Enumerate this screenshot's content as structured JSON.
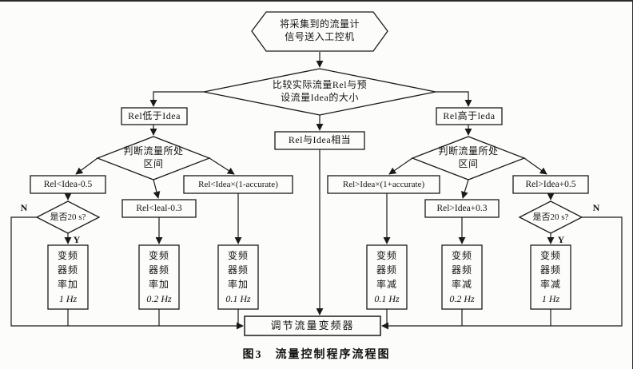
{
  "page": {
    "caption": "图3　流量控制程序流程图"
  },
  "colors": {
    "ink": "#1a1a1a",
    "background": "#fcfcfa"
  },
  "nodes": {
    "start": {
      "lines": [
        "将采集到的流量计",
        "信号送入工控机"
      ]
    },
    "compare": {
      "lines": [
        "比较实际流量Rel与预",
        "设流量Idea的大小"
      ]
    },
    "below": {
      "label": "Rel低于Idea"
    },
    "equal": {
      "label": "Rel与Idea相当"
    },
    "above": {
      "label": "Rel高于leda"
    },
    "judge_left": {
      "lines": [
        "判断流量所处",
        "区间"
      ]
    },
    "judge_right": {
      "lines": [
        "判断流量所处",
        "区间"
      ]
    },
    "cond_l1": {
      "label": "Rel<Idea-0.5"
    },
    "cond_l2": {
      "label": "Rel<leal-0.3"
    },
    "cond_l3": {
      "label": "Rel<Idea×(1-accurate)"
    },
    "cond_r1": {
      "label": "Rel>Idea×(1+accurate)"
    },
    "cond_r2": {
      "label": "Rel>Idea+0.3"
    },
    "cond_r3": {
      "label": "Rel>Idea+0.5"
    },
    "timer_left": {
      "label": "是否20 s?"
    },
    "timer_right": {
      "label": "是否20 s?"
    },
    "act1": {
      "lines": [
        "变频",
        "器频",
        "率加",
        "1 Hz"
      ]
    },
    "act2": {
      "lines": [
        "变频",
        "器频",
        "率加",
        "0.2 Hz"
      ]
    },
    "act3": {
      "lines": [
        "变频",
        "器频",
        "率加",
        "0.1 Hz"
      ]
    },
    "act4": {
      "lines": [
        "变频",
        "器频",
        "率减",
        "0.1 Hz"
      ]
    },
    "act5": {
      "lines": [
        "变频",
        "器频",
        "率减",
        "0.2 Hz"
      ]
    },
    "act6": {
      "lines": [
        "变频",
        "器频",
        "率减",
        "1 Hz"
      ]
    },
    "adjust": {
      "label": "调节流量变频器"
    }
  },
  "branch_labels": {
    "n_left": "N",
    "y_left": "Y",
    "n_right": "N",
    "y_right": "Y"
  }
}
